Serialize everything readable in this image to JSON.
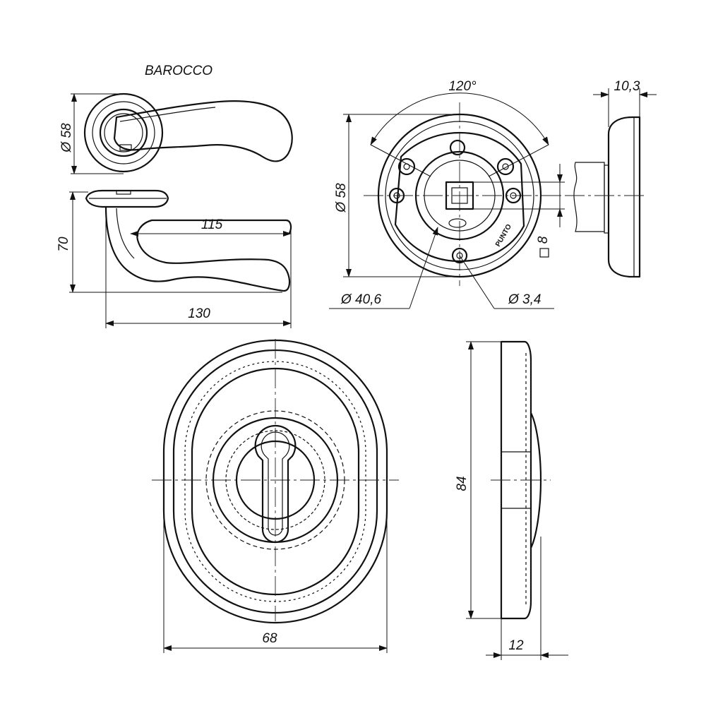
{
  "title": "BAROCCO",
  "handle_view": {
    "rosette_diameter": "Ø 58",
    "height": "70",
    "lever_length": "115",
    "total_length": "130"
  },
  "rosette_back": {
    "angle": "120°",
    "diameter": "Ø 58",
    "inner_diameter": "Ø 40,6",
    "hole_diameter": "Ø 3,4",
    "square": "8",
    "logo_text": "PUNTO"
  },
  "rosette_side": {
    "thickness": "10,3"
  },
  "escutcheon_front": {
    "width": "68"
  },
  "escutcheon_side": {
    "height": "84",
    "thickness": "12"
  }
}
